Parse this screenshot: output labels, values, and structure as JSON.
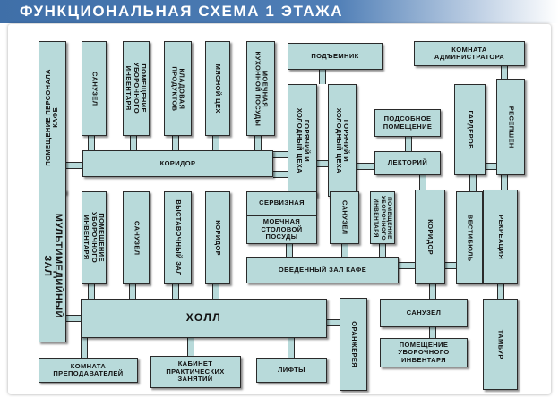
{
  "title": "ФУНКЦИОНАЛЬНАЯ СХЕМА 1 ЭТАЖА",
  "rooms": {
    "staff_room": "ПОМЕЩЕНИЕ ПЕРСОНАЛА\nКАФЕ",
    "wc_1": "САНУЗЕЛ",
    "cleaning_1": "ПОМЕЩЕНИЕ\nУБОРОЧНОГО\nИНВЕНТАРЯ",
    "pantry": "КЛАДОВАЯ\nПРОДУКТОВ",
    "meat_shop": "МЯСНОЙ ЦЕХ",
    "kitchen_wash": "МОЕЧНАЯ\nКУХОННОЙ ПОСУДЫ",
    "lift_goods": "ПОДЪЕМНИК",
    "hot_cold_1": "ГОРЯЧИЙ И\nХОЛОДНЫЙ ЦЕХА",
    "hot_cold_2": "ГОРЯЧИЙ И\nХОЛОДНЫЙ ЦЕХА",
    "utility_room": "ПОДСОБНОЕ\nПОМЕЩЕНИЕ",
    "admin_room": "КОМНАТА\nАДМИНИСТРАТОРА",
    "wardrobe": "ГАРДЕРОБ",
    "reception": "РЕСЕПШЕН",
    "corridor_main": "КОРИДОР",
    "lecture_hall": "ЛЕКТОРИЙ",
    "multimedia_hall": "МУЛЬТИМЕДИЙНЫЙ\nЗАЛ",
    "cleaning_2": "ПОМЕЩЕНИЕ\nУБОРОЧНОГО\nИНВЕНТАРЯ",
    "wc_2": "САНУЗЕЛ",
    "exhibition_hall": "ВЫСТАВОЧНЫЙ ЗАЛ",
    "corridor_2": "КОРИДОР",
    "serving": "СЕРВИЗНАЯ",
    "dish_wash": "МОЕЧНАЯ\nСТОЛОВОЙ\nПОСУДЫ",
    "wc_3": "САНУЗЕЛ",
    "cleaning_3": "ПОМЕЩЕНИЕ\nУБОРОЧНОГО\nИНВЕНТАРЯ",
    "corridor_3": "КОРИДОР",
    "vestibule": "ВЕСТИБЮЛЬ",
    "recreation": "РЕКРЕАЦИЯ",
    "cafe_dining": "ОБЕДЕННЫЙ ЗАЛ КАФЕ",
    "hall": "ХОЛЛ",
    "greenhouse": "ОРАНЖЕРЕЯ",
    "wc_4": "САНУЗЕЛ",
    "cleaning_4": "ПОМЕЩЕНИЕ\nУБОРОЧНОГО\nИНВЕНТАРЯ",
    "vestibule_door": "ТАМБУР",
    "teachers_room": "КОМНАТА\nПРЕПОДАВАТЕЛЕЙ",
    "practice_room": "КАБИНЕТ\nПРАКТИЧЕСКИХ\nЗАНЯТИЙ",
    "lifts": "ЛИФТЫ"
  }
}
